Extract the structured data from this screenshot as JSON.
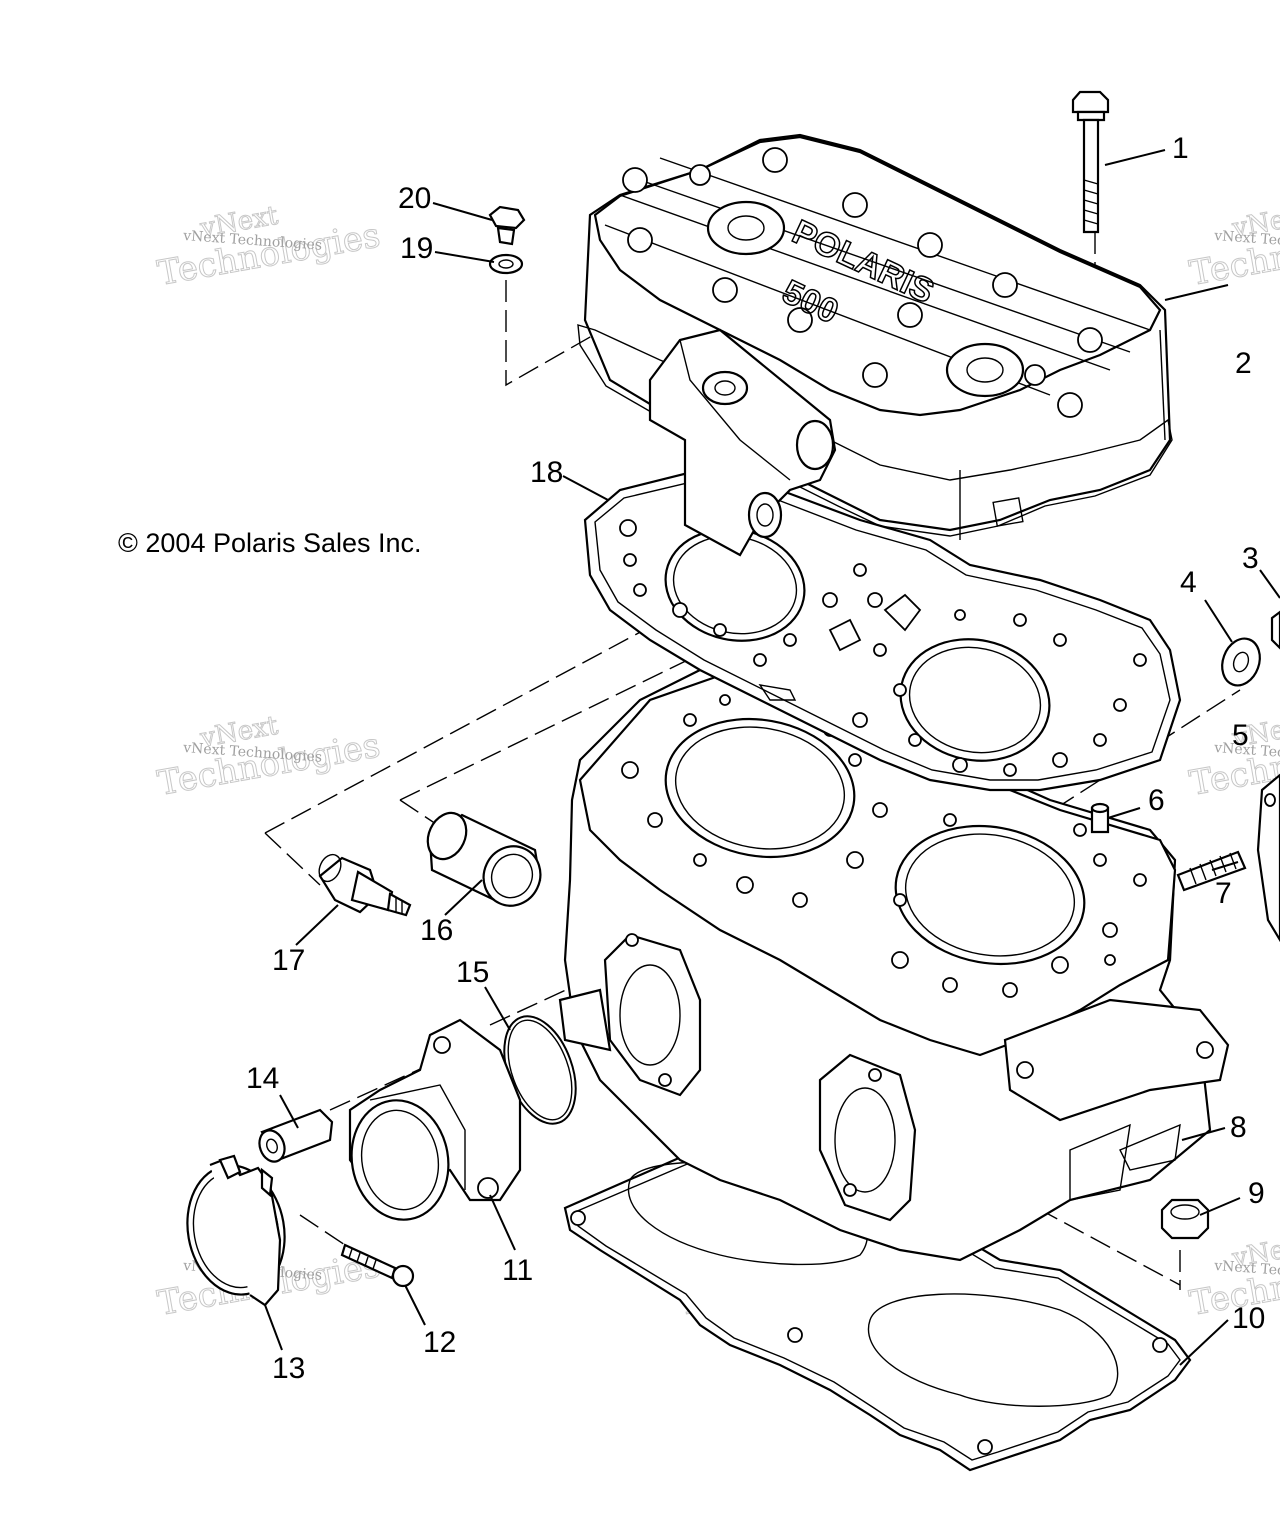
{
  "copyright": "© 2004 Polaris Sales Inc.",
  "brand_text": {
    "name": "POLARIS",
    "model": "500"
  },
  "watermark": {
    "line1": "vNext",
    "line2": "Technologies",
    "small": "vNext Technologies"
  },
  "callouts": [
    {
      "id": "1",
      "label": "1"
    },
    {
      "id": "2",
      "label": "2"
    },
    {
      "id": "3",
      "label": "3"
    },
    {
      "id": "4",
      "label": "4"
    },
    {
      "id": "5",
      "label": "5"
    },
    {
      "id": "6",
      "label": "6"
    },
    {
      "id": "7",
      "label": "7"
    },
    {
      "id": "8",
      "label": "8"
    },
    {
      "id": "9",
      "label": "9"
    },
    {
      "id": "10",
      "label": "10"
    },
    {
      "id": "11",
      "label": "11"
    },
    {
      "id": "12",
      "label": "12"
    },
    {
      "id": "13",
      "label": "13"
    },
    {
      "id": "14",
      "label": "14"
    },
    {
      "id": "15",
      "label": "15"
    },
    {
      "id": "16",
      "label": "16"
    },
    {
      "id": "17",
      "label": "17"
    },
    {
      "id": "18",
      "label": "18"
    },
    {
      "id": "19",
      "label": "19"
    },
    {
      "id": "20",
      "label": "20"
    }
  ]
}
